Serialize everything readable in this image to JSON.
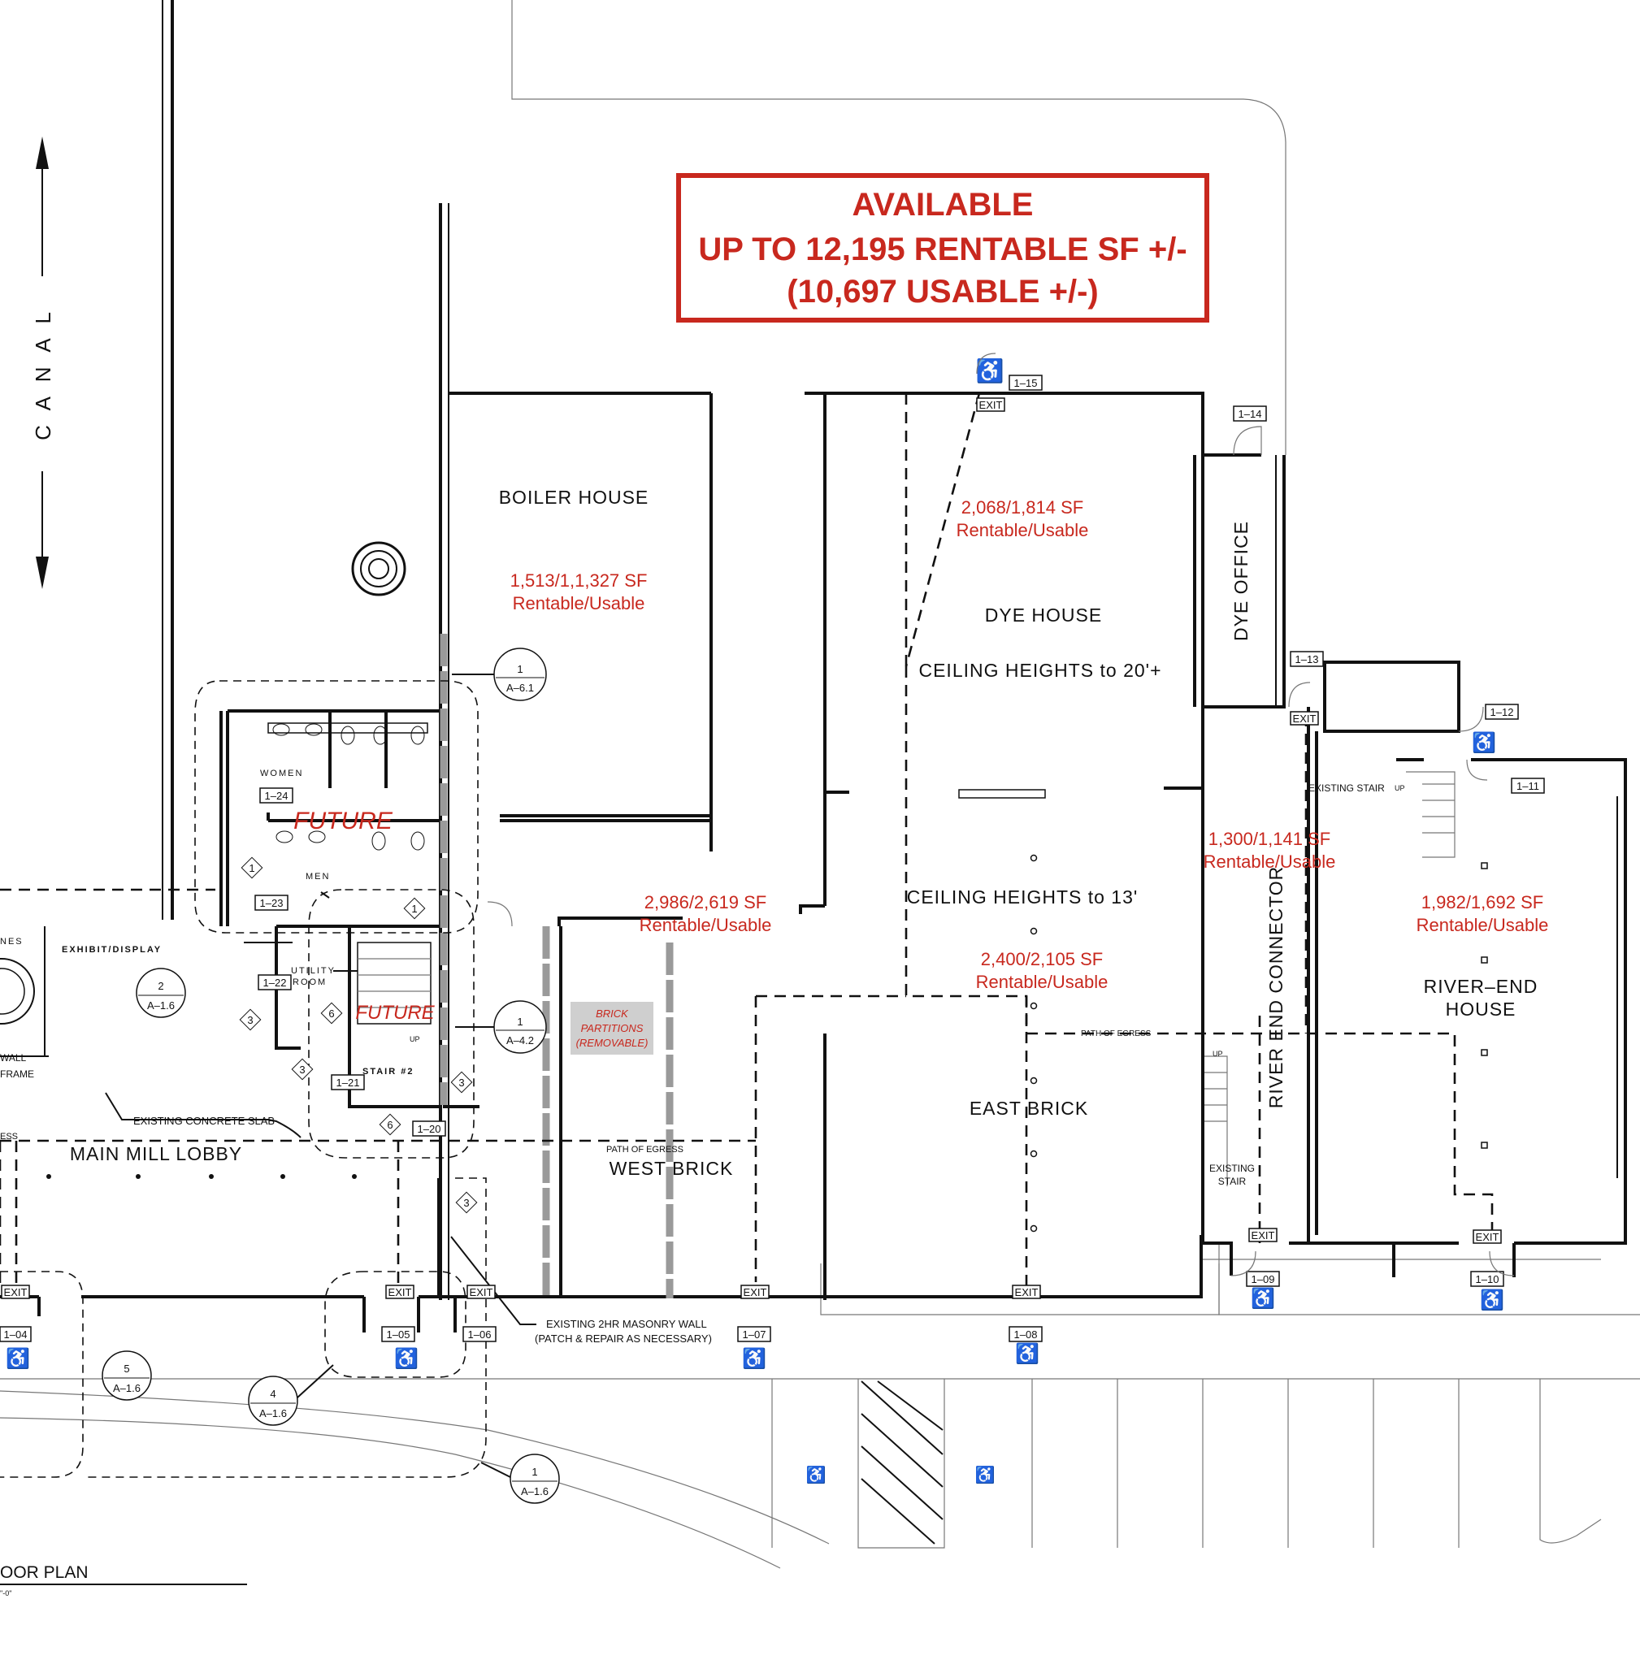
{
  "banner": {
    "line1": "AVAILABLE",
    "line2": "UP TO 12,195 RENTABLE SF +/-",
    "line3": "(10,697 USABLE +/-)",
    "color": "#c8281e"
  },
  "canal_label": "C A N A L",
  "rooms": {
    "boiler_house": "BOILER HOUSE",
    "dye_house": "DYE HOUSE",
    "ceiling_20": "CEILING HEIGHTS to 20'+",
    "ceiling_13": "CEILING HEIGHTS to 13'",
    "dye_office": "DYE OFFICE",
    "river_end_connector": "RIVER END CONNECTOR",
    "river_end_house_1": "RIVER–END",
    "river_end_house_2": "HOUSE",
    "east_brick": "EAST BRICK",
    "west_brick": "WEST BRICK",
    "main_mill_lobby": "MAIN MILL LOBBY",
    "women": "WOMEN",
    "men": "MEN",
    "exhibit_display": "EXHIBIT/DISPLAY",
    "utility_room_1": "UTILITY",
    "utility_room_2": "ROOM",
    "stair_2": "STAIR #2",
    "future_1": "FUTURE",
    "future_2": "FUTURE"
  },
  "areas": {
    "boiler_sf": "1,513/1,1,327 SF",
    "boiler_ru": "Rentable/Usable",
    "dye_sf": "2,068/1,814 SF",
    "dye_ru": "Rentable/Usable",
    "mid_sf": "2,986/2,619 SF",
    "mid_ru": "Rentable/Usable",
    "east_sf": "2,400/2,105 SF",
    "east_ru": "Rentable/Usable",
    "connector_sf": "1,300/1,141 SF",
    "connector_ru": "Rentable/Usable",
    "river_sf": "1,982/1,692  SF",
    "river_ru": "Rentable/Usable"
  },
  "notes": {
    "brick_1": "BRICK",
    "brick_2": "PARTITIONS",
    "brick_3": "(REMOVABLE)",
    "existing_slab": "EXISTING CONCRETE SLAB",
    "masonry_1": "EXISTING 2HR MASONRY WALL",
    "masonry_2": "(PATCH & REPAIR AS NECESSARY)",
    "path_egress_1": "PATH OF EGRESS",
    "path_egress_2": "PATH OF EGRESS",
    "existing_stair_1": "EXISTING STAIR",
    "existing_stair_2a": "EXISTING",
    "existing_stair_2b": "STAIR",
    "up": "UP",
    "up2": "UP",
    "up3": "UP",
    "wall_frag": "WALL",
    "frame_frag": "FRAME",
    "nes_frag": "NES",
    "ess_frag": "ESS",
    "plan_title": "OOR PLAN",
    "scale_frag": "\"-0\""
  },
  "doors": [
    "1–15",
    "1–14",
    "1–13",
    "1–12",
    "1–11",
    "1–09",
    "1–10",
    "1–08",
    "1–07",
    "1–06",
    "1–05",
    "1–04",
    "1–20",
    "1–21",
    "1–22",
    "1–23",
    "1–24"
  ],
  "exit_label": "EXIT",
  "callouts": [
    {
      "num": "1",
      "ref": "A–6.1"
    },
    {
      "num": "1",
      "ref": "A–4.2"
    },
    {
      "num": "2",
      "ref": "A–1.6"
    },
    {
      "num": "4",
      "ref": "A–1.6"
    },
    {
      "num": "5",
      "ref": "A–1.6"
    },
    {
      "num": "1",
      "ref": "A–1.6"
    }
  ],
  "diamond_tags": [
    "1",
    "3",
    "6",
    "3",
    "3",
    "6",
    "3",
    "1"
  ]
}
